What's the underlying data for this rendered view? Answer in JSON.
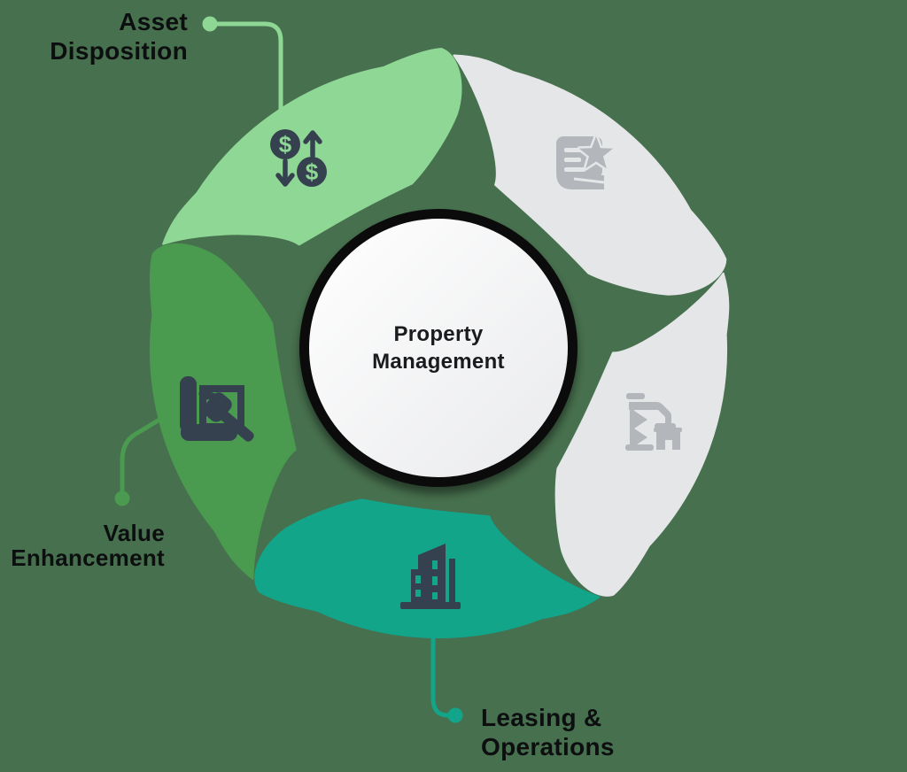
{
  "diagram_title": "Property Management",
  "colors": {
    "background": "#47704e",
    "ring": "#0b0b0b",
    "circle_light": "#ffffff",
    "circle_shade": "#e9eaec",
    "navy": "#364150",
    "gray_icon": "#b3b6ba",
    "text": "#0d0e10"
  },
  "center": {
    "lines": [
      "Property",
      "Management"
    ]
  },
  "segments": [
    {
      "name": "asset-disposition",
      "color": "#8fd795",
      "icon": "money-exchange-icon",
      "glyph": "$",
      "gap_start": 297,
      "label_lines": [
        "Asset",
        "Disposition"
      ]
    },
    {
      "name": "top-right",
      "color": "#e4e6e8",
      "icon": "document-star-icon",
      "gap_start": 9
    },
    {
      "name": "right",
      "color": "#e4e6e8",
      "icon": "crane-icon",
      "gap_start": 81
    },
    {
      "name": "leasing-operations",
      "color": "#12a58a",
      "icon": "city-buildings-icon",
      "gap_start": 153,
      "label_lines": [
        "Leasing &",
        "Operations"
      ]
    },
    {
      "name": "value-enhancement",
      "color": "#4a9a4f",
      "icon": "blueprint-hammer-icon",
      "gap_start": 225,
      "label_lines": [
        "Value",
        "Enhancement"
      ]
    }
  ]
}
